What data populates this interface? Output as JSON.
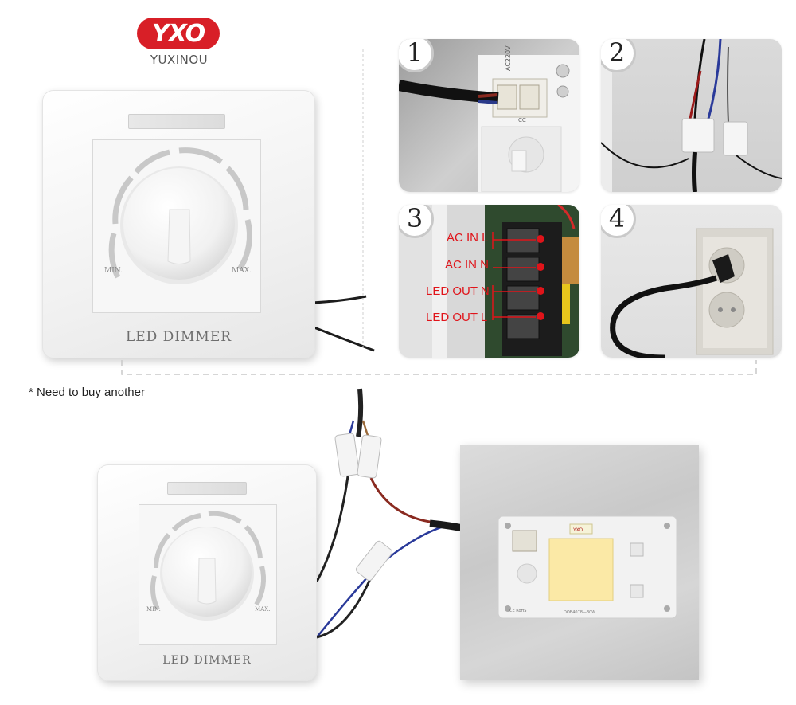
{
  "logo": {
    "mark": "YXO",
    "name": "YUXINOU"
  },
  "dimmer_top": {
    "brand": "LED DIMMER",
    "min_label": "MIN.",
    "max_label": "MAX."
  },
  "dimmer_bottom": {
    "brand": "LED DIMMER",
    "min_label": "MIN.",
    "max_label": "MAX."
  },
  "steps": [
    {
      "number": "1",
      "photo": "driver-connector-photo"
    },
    {
      "number": "2",
      "photo": "wire-connectors-photo"
    },
    {
      "number": "3",
      "photo": "terminal-block-photo"
    },
    {
      "number": "4",
      "photo": "wall-socket-photo"
    }
  ],
  "terminal_labels": {
    "ac_in_l": "AC IN L",
    "ac_in_n": "AC IN N",
    "led_out_n": "LED OUT N",
    "led_out_l": "LED OUT L"
  },
  "photo_text": {
    "connector_marking": "AC220V",
    "connector_sub": "CC"
  },
  "led_board": {
    "logo": "YXO",
    "left_marking": "CE RoHS",
    "right_marking": "DOB4078—30W"
  },
  "note": "* Need to buy another",
  "colors": {
    "brand_red": "#d81f27",
    "label_red": "#e0141a",
    "led_chip": "#fbe9a6"
  }
}
